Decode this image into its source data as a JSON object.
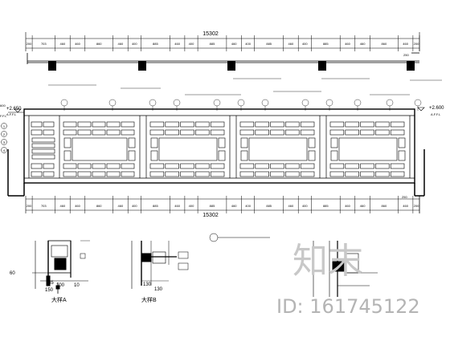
{
  "drawing": {
    "total_dim": "15302",
    "segments_top": [
      "200",
      "703",
      "460",
      "460",
      "860",
      "460",
      "400",
      "885",
      "460",
      "400",
      "885",
      "460",
      "400",
      "885",
      "460",
      "400",
      "885",
      "460",
      "460",
      "860",
      "460",
      "200"
    ],
    "segments_bottom": [
      "200",
      "703",
      "460",
      "460",
      "860",
      "460",
      "400",
      "885",
      "460",
      "400",
      "885",
      "460",
      "400",
      "885",
      "460",
      "400",
      "885",
      "460",
      "460",
      "860",
      "460",
      "200"
    ],
    "level_left_1": "+2.650",
    "level_left_2": "A.F.F.L",
    "level_left_3": "600",
    "level_left_4": "F.F.L",
    "level_right_1": "+2.600",
    "level_right_2": "A.F.F.L",
    "right_end_top": "250",
    "right_end_bottom": "250",
    "detail_a_dims": [
      "35",
      "100",
      "150",
      "10"
    ],
    "detail_a_title": "大样A",
    "detail_b_dims": [
      "130",
      "130"
    ],
    "detail_b_title": "大样B",
    "bottom_left_tag": "60",
    "circle_labels": [
      "1",
      "2",
      "3",
      "4"
    ]
  },
  "watermark": {
    "logo_text": "知末",
    "id_text": "ID: 161745122"
  }
}
